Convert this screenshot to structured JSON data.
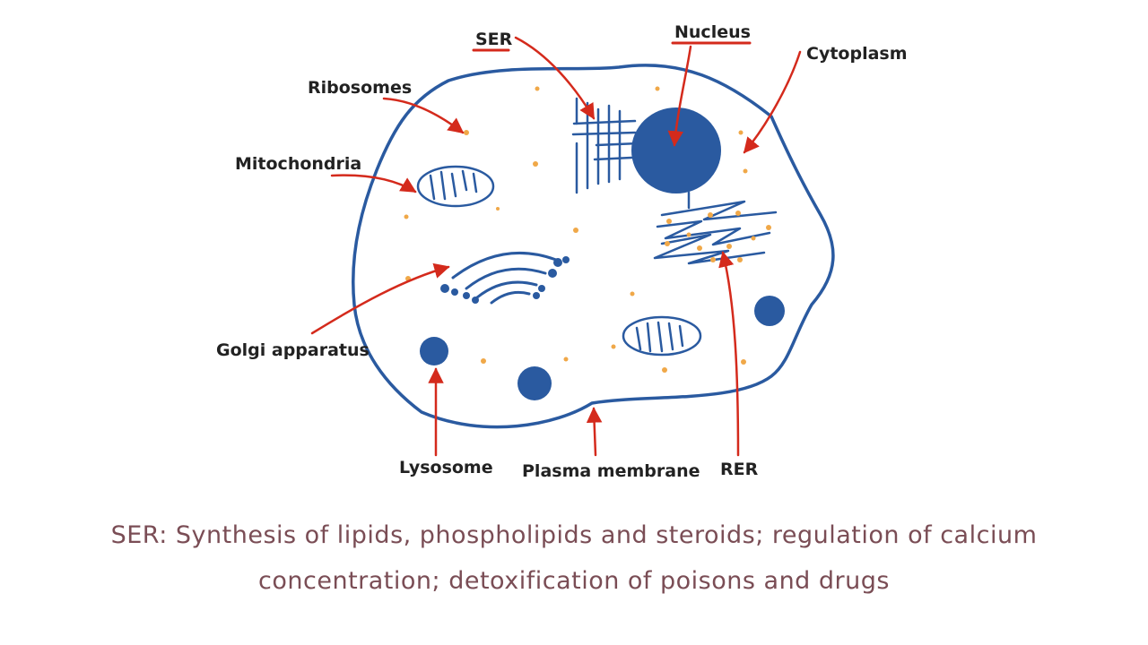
{
  "labels": {
    "ser": "SER",
    "nucleus": "Nucleus",
    "cytoplasm": "Cytoplasm",
    "ribosomes": "Ribosomes",
    "mitochondria": "Mitochondria",
    "golgi": "Golgi apparatus",
    "lysosome": "Lysosome",
    "plasma_membrane": "Plasma membrane",
    "rer": "RER"
  },
  "caption": {
    "line1": "SER:  Synthesis of lipids, phospholipids and steroids; regulation of calcium",
    "line2": "concentration; detoxification of poisons and drugs"
  },
  "colors": {
    "cell_outline": "#2a5aa0",
    "organelle_fill": "#2a5aa0",
    "ribosome": "#f0a848",
    "arrow": "#d42a1c",
    "underline": "#d42a1c",
    "label_text": "#222222",
    "caption_text": "#7a4d55"
  }
}
